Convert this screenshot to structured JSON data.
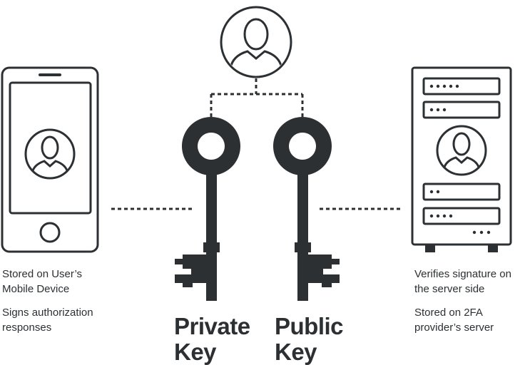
{
  "colors": {
    "ink": "#2c3033",
    "background": "#ffffff"
  },
  "icons": [
    "user-avatar-icon",
    "smartphone-icon",
    "server-icon",
    "private-key-icon",
    "public-key-icon"
  ],
  "left_captions": [
    {
      "text": "Stored on User’s\nMobile Device"
    },
    {
      "text": "Signs authorization\nresponses"
    }
  ],
  "right_captions": [
    {
      "text": "Verifies signature on\nthe server side"
    },
    {
      "text": "Stored on 2FA\nprovider’s server"
    }
  ],
  "private_key": {
    "label": "Private\nKey"
  },
  "public_key": {
    "label": "Public\nKey"
  }
}
